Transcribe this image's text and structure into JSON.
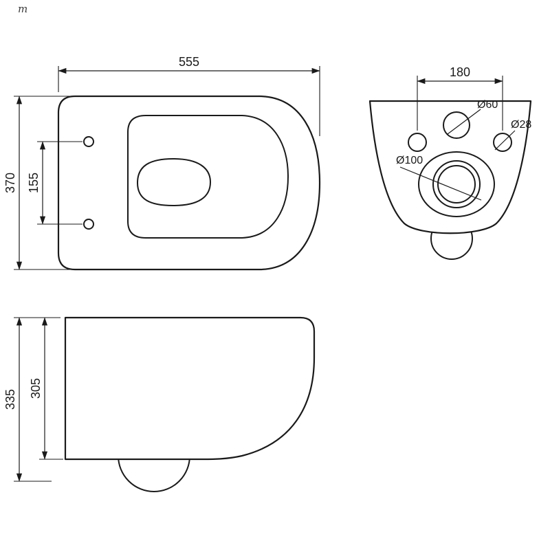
{
  "drawing": {
    "title": "wall-hung-toilet-dimension-drawing",
    "ink_color": "#1a1a1a",
    "background_color": "#ffffff",
    "watermark": "m",
    "top_view": {
      "width": "555",
      "depth": "370",
      "hole_spacing": "155"
    },
    "back_view": {
      "spacing": "180",
      "d60": "Ø60",
      "d28": "Ø28",
      "d100": "Ø100"
    },
    "side_view": {
      "height": "335",
      "body_height": "305"
    }
  }
}
